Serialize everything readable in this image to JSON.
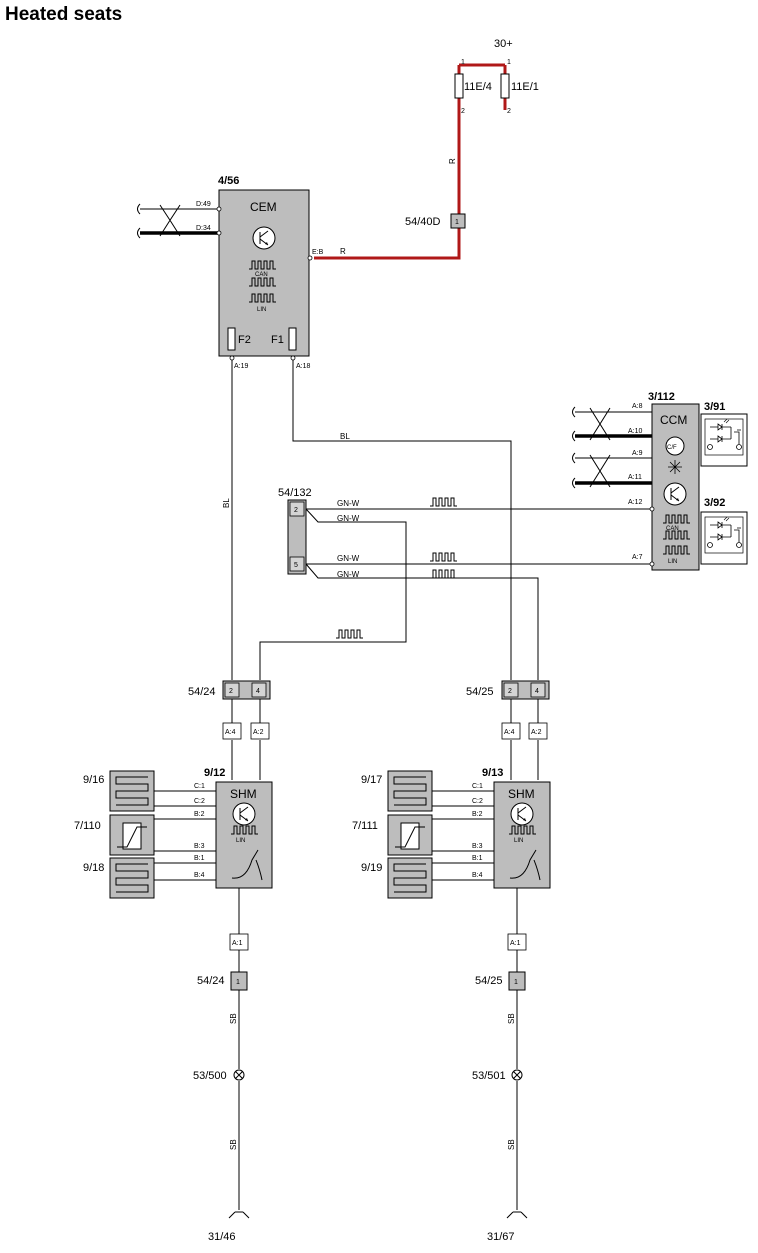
{
  "title": "Heated seats",
  "supply": {
    "label": "30+",
    "fuse_a": "11E/4",
    "fuse_b": "11E/1",
    "pin1": "1",
    "pin2": "2",
    "wire_color": "R"
  },
  "connector_40d": {
    "label": "54/40D",
    "pin": "1"
  },
  "cem": {
    "ref": "4/56",
    "name": "CEM",
    "pins": {
      "d49": "D:49",
      "d34": "D:34",
      "eb": "E:B",
      "a19": "A:19",
      "a18": "A:18"
    },
    "fuses": {
      "f2": "F2",
      "f1": "F1"
    },
    "can": "CAN",
    "lin": "LIN",
    "eb_wire": "R"
  },
  "wires": {
    "bl": "BL",
    "gnw": "GN-W",
    "sb": "SB"
  },
  "connector_132": {
    "label": "54/132",
    "pin_top": "2",
    "pin_bottom": "5"
  },
  "ccm": {
    "ref": "3/112",
    "name": "CCM",
    "pins": {
      "a8": "A:8",
      "a10": "A:10",
      "a9": "A:9",
      "a11": "A:11",
      "a12": "A:12",
      "a7": "A:7"
    },
    "can": "CAN",
    "lin": "LIN",
    "ac_label": "C/F"
  },
  "panel_91": {
    "ref": "3/91"
  },
  "panel_92": {
    "ref": "3/92"
  },
  "left": {
    "connector": "54/24",
    "pin_a": "2",
    "pin_b": "4",
    "pin_a4": "A:4",
    "pin_a2": "A:2",
    "module_ref": "9/12",
    "module_name": "SHM",
    "lin": "LIN",
    "pins": {
      "c1": "C:1",
      "c2": "C:2",
      "b2": "B:2",
      "b3": "B:3",
      "b1": "B:1",
      "b4": "B:4",
      "a1": "A:1"
    },
    "heater_1": "9/16",
    "sensor": "7/110",
    "heater_2": "9/18",
    "lower_connector": "54/24",
    "lower_pin": "1",
    "splice": "53/500",
    "ground": "31/46"
  },
  "right": {
    "connector": "54/25",
    "pin_a": "2",
    "pin_b": "4",
    "pin_a4": "A:4",
    "pin_a2": "A:2",
    "module_ref": "9/13",
    "module_name": "SHM",
    "lin": "LIN",
    "pins": {
      "c1": "C:1",
      "c2": "C:2",
      "b2": "B:2",
      "b3": "B:3",
      "b1": "B:1",
      "b4": "B:4",
      "a1": "A:1"
    },
    "heater_1": "9/17",
    "sensor": "7/111",
    "heater_2": "9/19",
    "lower_connector": "54/25",
    "lower_pin": "1",
    "splice": "53/501",
    "ground": "31/67"
  },
  "colors": {
    "power_wire": "#b01818",
    "module_fill": "#bdbdbd"
  }
}
